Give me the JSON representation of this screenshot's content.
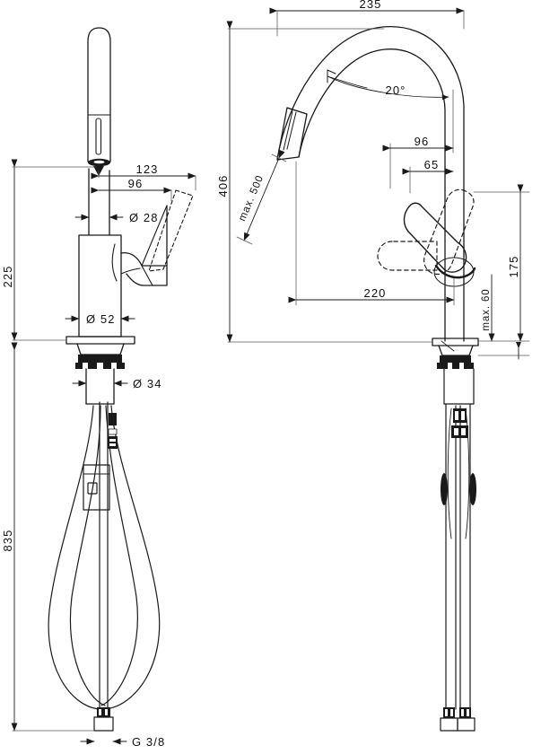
{
  "drawing": {
    "title": "Kitchen mixer pull-out spray dimensional drawing",
    "background_color": "#ffffff",
    "line_color": "#1a1a1a",
    "dimension_line_color": "#55595c",
    "units": "mm",
    "views": [
      {
        "name": "front-view",
        "position": "left"
      },
      {
        "name": "side-view",
        "position": "right"
      }
    ]
  },
  "front_view": {
    "dimensions": {
      "height_to_base": "225",
      "total_height": "835",
      "spout_reach_outer": "123",
      "spout_reach_inner": "96",
      "spout_tube_diameter": "Ø 28",
      "body_diameter": "Ø 52",
      "shank_diameter": "Ø 34",
      "thread": "G 3/8"
    }
  },
  "side_view": {
    "dimensions": {
      "overall_width": "235",
      "overall_height": "406",
      "spray_hose_pullout": "max. 500",
      "spout_tilt_angle": "20°",
      "handle_clearance_upper": "96",
      "handle_clearance_lower": "65",
      "spout_projection": "220",
      "handle_height": "175",
      "counter_thickness": "max. 60"
    }
  },
  "chart_data": {
    "type": "table",
    "title": "Faucet dimensions (mm)",
    "categories": [
      "225",
      "835",
      "123",
      "96",
      "Ø 28",
      "Ø 52",
      "Ø 34",
      "G 3/8",
      "235",
      "406",
      "max. 500",
      "20°",
      "96",
      "65",
      "220",
      "175",
      "max. 60"
    ],
    "values": [
      225,
      835,
      123,
      96,
      28,
      52,
      34,
      0,
      235,
      406,
      500,
      20,
      96,
      65,
      220,
      175,
      60
    ]
  }
}
